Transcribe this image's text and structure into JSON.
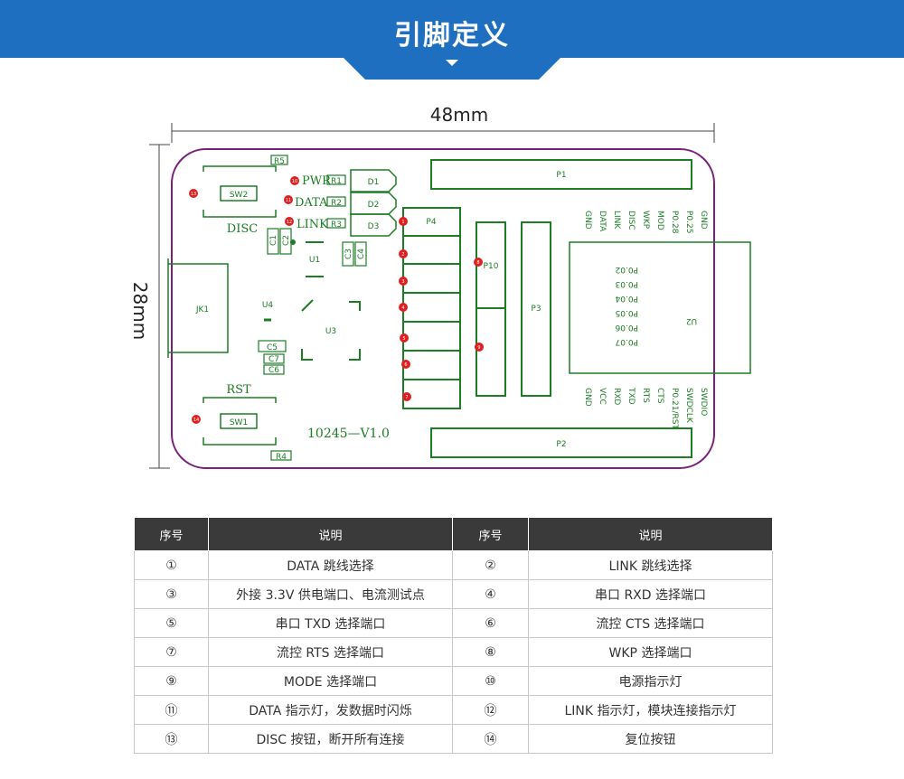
{
  "header": {
    "title": "引脚定义"
  },
  "board": {
    "width_label": "48mm",
    "height_label": "28mm",
    "version": "10245—V1.0",
    "labels": {
      "pwr": "PWR",
      "data": "DATA",
      "link": "LINK",
      "disc": "DISC",
      "rst": "RST",
      "sw1": "SW1",
      "sw2": "SW2",
      "jk1": "JK1",
      "u1": "U1",
      "u2": "U2",
      "u3": "U3",
      "u4": "U4",
      "p1": "P1",
      "p2": "P2",
      "p3": "P3",
      "p4": "P4",
      "p10": "P10",
      "d1": "D1",
      "d2": "D2",
      "d3": "D3",
      "r1": "R1",
      "r2": "R2",
      "r3": "R3",
      "r4": "R4",
      "r5": "R5",
      "c1": "C1",
      "c2": "C2",
      "c3": "C3",
      "c4": "C4",
      "c5": "C5",
      "c6": "C6",
      "c7": "C7"
    },
    "top_pins": [
      "GND",
      "DATA",
      "LINK",
      "DISC",
      "WKP",
      "MOD",
      "P0.28",
      "P0.25",
      "GND"
    ],
    "bottom_pins": [
      "GND",
      "VCC",
      "RXD",
      "TXD",
      "RTS",
      "CTS",
      "P0.21/RST",
      "SWDCLK",
      "SWDIO"
    ],
    "u2_pins": [
      "P0.02",
      "P0.03",
      "P0.04",
      "P0.05",
      "P0.06",
      "P0.07"
    ],
    "markers": [
      "1",
      "2",
      "3",
      "4",
      "5",
      "6",
      "7",
      "8",
      "9",
      "10",
      "11",
      "12",
      "13",
      "14"
    ],
    "colors": {
      "outline": "#7a1f7a",
      "silkscreen": "#1b7d24",
      "marker": "#e02020",
      "banner": "#1e6fbf"
    }
  },
  "table": {
    "headers": [
      "序号",
      "说明",
      "序号",
      "说明"
    ],
    "rows": [
      {
        "n1": "①",
        "d1": "DATA 跳线选择",
        "n2": "②",
        "d2": "LINK 跳线选择"
      },
      {
        "n1": "③",
        "d1": "外接 3.3V 供电端口、电流测试点",
        "n2": "④",
        "d2": "串口 RXD 选择端口"
      },
      {
        "n1": "⑤",
        "d1": "串口 TXD 选择端口",
        "n2": "⑥",
        "d2": "流控 CTS 选择端口"
      },
      {
        "n1": "⑦",
        "d1": "流控 RTS 选择端口",
        "n2": "⑧",
        "d2": "WKP 选择端口"
      },
      {
        "n1": "⑨",
        "d1": "MODE 选择端口",
        "n2": "⑩",
        "d2": "电源指示灯"
      },
      {
        "n1": "⑪",
        "d1": "DATA 指示灯，发数据时闪烁",
        "n2": "⑫",
        "d2": "LINK 指示灯，模块连接指示灯"
      },
      {
        "n1": "⑬",
        "d1": "DISC 按钮，断开所有连接",
        "n2": "⑭",
        "d2": "复位按钮"
      }
    ]
  }
}
